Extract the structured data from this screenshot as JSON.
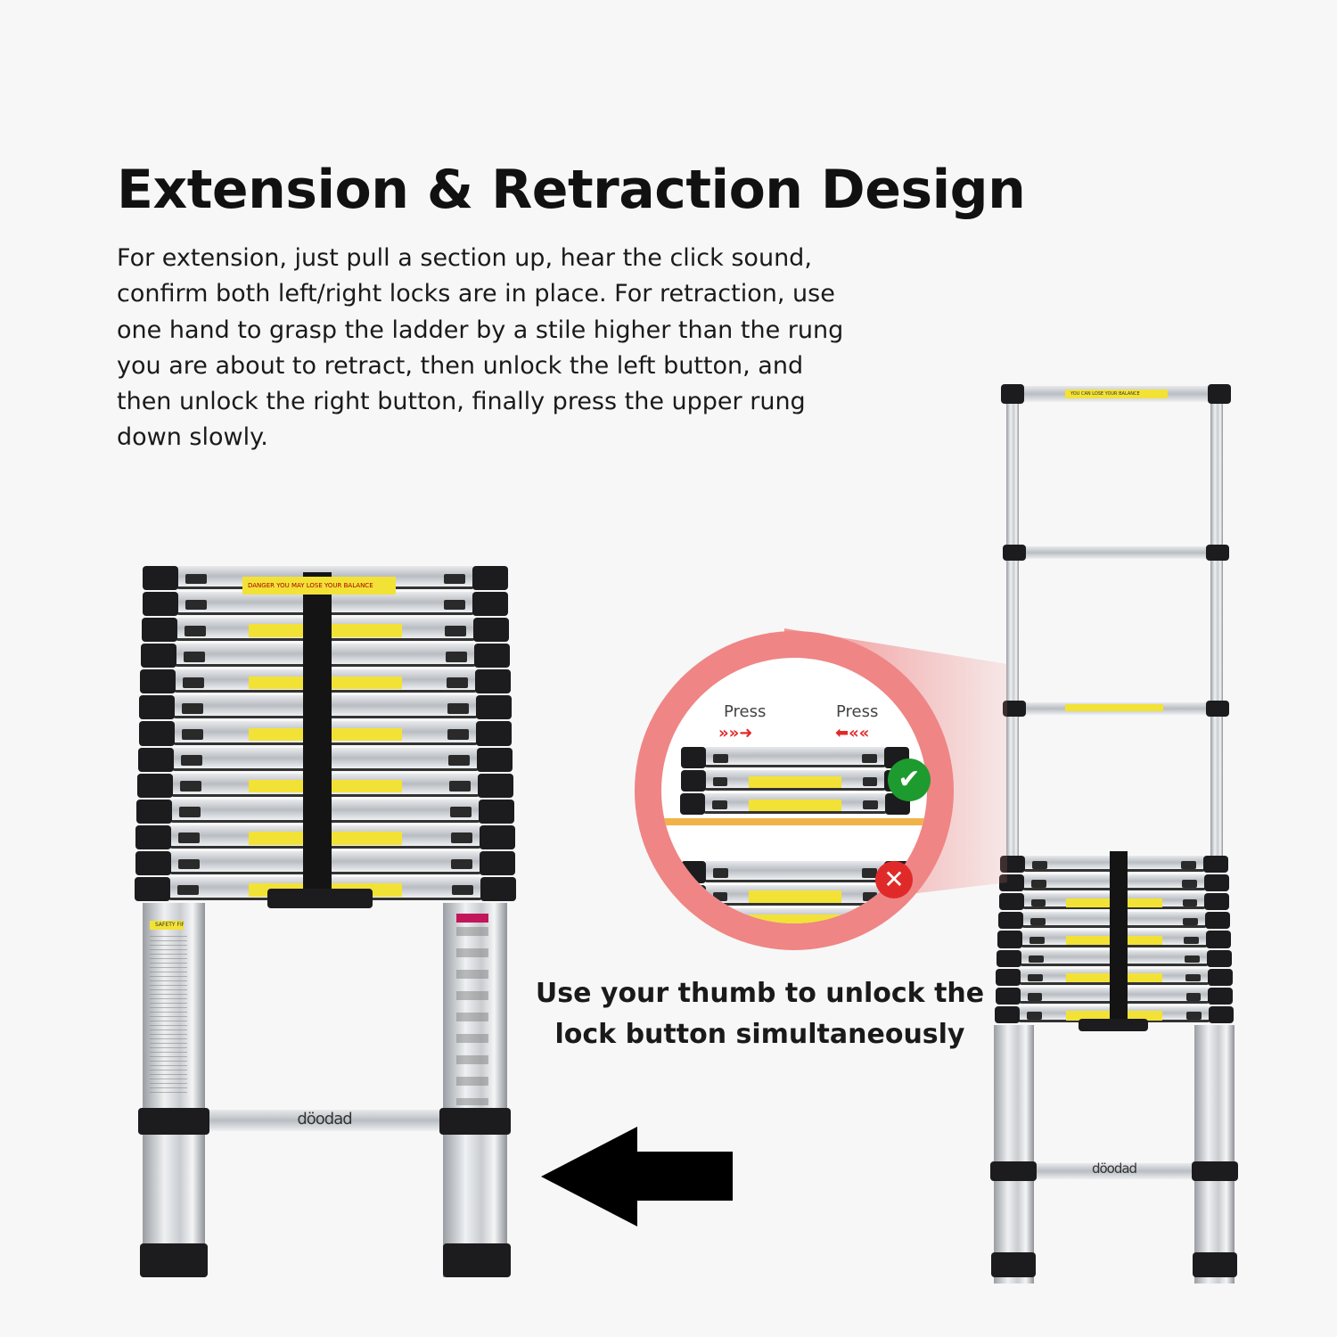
{
  "title": "Extension & Retraction Design",
  "description": "For extension, just pull a section up, hear the click sound, confirm both left/right locks are in place. For retraction, use one hand to grasp the ladder by a stile higher than the rung you are about to retract, then unlock the left button, and then unlock the right button, finally press the upper rung down slowly.",
  "caption": "Use your thumb to unlock the lock button simultaneously",
  "inset": {
    "press_left": "Press",
    "press_right": "Press",
    "correct_icon": "check-icon",
    "wrong_icon": "cross-icon"
  },
  "left_ladder": {
    "brand": "döodad",
    "top_label": "DANGER  YOU MAY LOSE YOUR BALANCE",
    "safety_label": "SAFETY FIRST",
    "rungs": 13
  },
  "right_ladder": {
    "brand": "döodad",
    "top_label": "YOU CAN LOSE YOUR BALANCE",
    "rungs": 9
  },
  "colors": {
    "accent_pink": "#f08a8a",
    "label_yellow": "#f3e236",
    "check_green": "#1e9b2e",
    "cross_red": "#e02a2a"
  }
}
